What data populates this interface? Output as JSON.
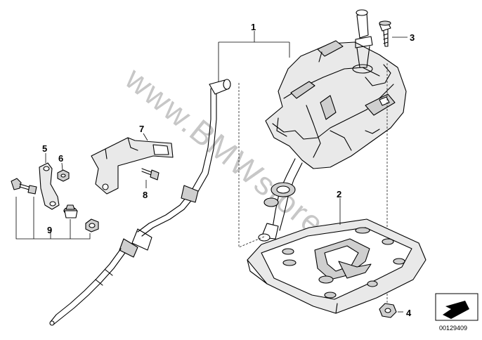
{
  "callouts": {
    "c1": "1",
    "c2": "2",
    "c3": "3",
    "c4": "4",
    "c5": "5",
    "c6": "6",
    "c7": "7",
    "c8": "8",
    "c9": "9"
  },
  "watermark": "www.BMWstore.pl",
  "diagram_ref": "00129409",
  "icons": {
    "nav": "arrow-down-right-icon"
  }
}
